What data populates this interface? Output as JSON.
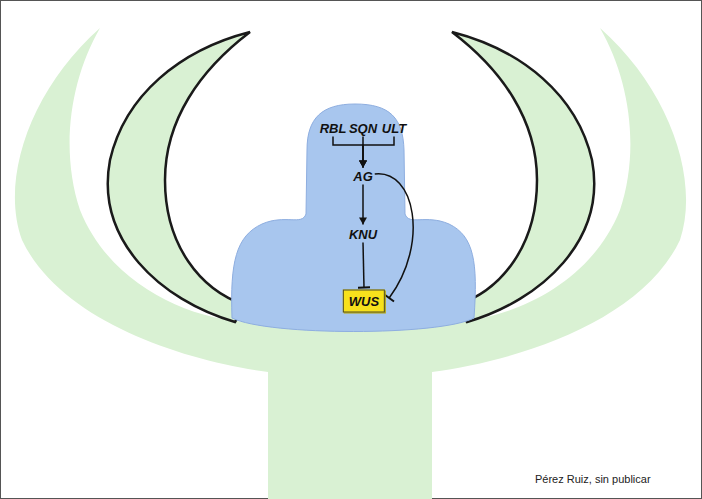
{
  "diagram": {
    "nodes": [
      {
        "text": [
          "RBL"
        ]
      },
      {
        "text": [
          "SQN"
        ]
      },
      {
        "text": [
          "ULT"
        ]
      },
      {
        "text": [
          "AG"
        ]
      },
      {
        "text": [
          "KNU"
        ]
      },
      {
        "text": [
          "WUS"
        ]
      }
    ],
    "edges": [
      {
        "from": 0,
        "to": 3,
        "arrow": "to"
      },
      {
        "from": 1,
        "to": 3,
        "arrow": "to"
      },
      {
        "from": 2,
        "to": 3,
        "arrow": "to"
      },
      {
        "from": 3,
        "to": 4,
        "arrow": "to"
      },
      {
        "from": 4,
        "to": 5,
        "arrow": "to"
      },
      {
        "from": 3,
        "to": 5,
        "arrow": "to"
      }
    ],
    "labels": [
      "Pérez Ruiz, sin publicar"
    ]
  }
}
